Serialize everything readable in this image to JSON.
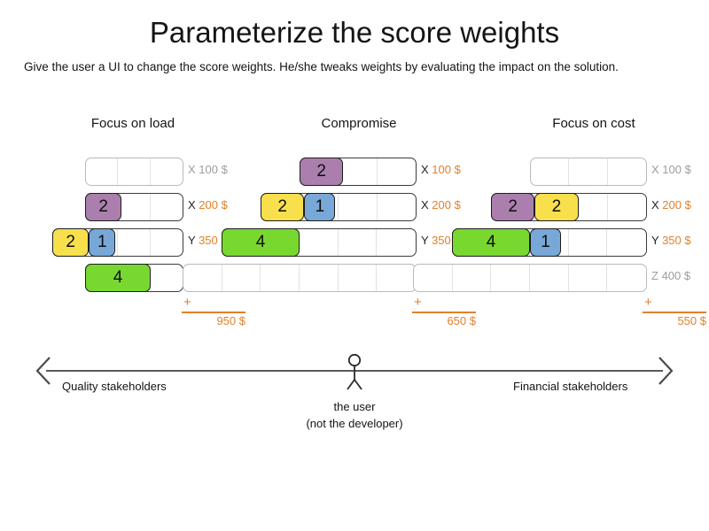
{
  "header": {
    "title": "Parameterize the score weights",
    "subtitle": "Give the user a UI to change the score weights. He/she tweaks weights by evaluating the impact on the solution."
  },
  "colors": {
    "purple": "#ab7fad",
    "yellow": "#f7e04b",
    "blue": "#78a8d8",
    "green": "#79d830",
    "accent_orange": "#e2802a",
    "muted_gray": "#9d9d9d",
    "track_border": "#3b3b3b",
    "empty_track_border": "#b9b9b9"
  },
  "chart_data": {
    "type": "bar",
    "title": "Parameterize the score weights",
    "xlabel": "",
    "ylabel": "",
    "legend_position": "none",
    "grid": false,
    "scenarios": [
      {
        "name": "Focus on load",
        "total": "950 $",
        "rows": [
          {
            "key": "X",
            "amount": "100 $",
            "active": false,
            "segments": []
          },
          {
            "key": "X",
            "amount": "200 $",
            "active": true,
            "segments": [
              {
                "value": "2",
                "color": "purple"
              }
            ]
          },
          {
            "key": "Y",
            "amount": "350 $",
            "active": true,
            "segments": [
              {
                "value": "2",
                "color": "yellow"
              },
              {
                "value": "1",
                "color": "blue"
              }
            ]
          },
          {
            "key": "Z",
            "amount": "400 $",
            "active": true,
            "segments": [
              {
                "value": "4",
                "color": "green"
              }
            ]
          }
        ]
      },
      {
        "name": "Compromise",
        "total": "650 $",
        "rows": [
          {
            "key": "X",
            "amount": "100 $",
            "active": true,
            "segments": [
              {
                "value": "2",
                "color": "purple"
              }
            ]
          },
          {
            "key": "X",
            "amount": "200 $",
            "active": true,
            "segments": [
              {
                "value": "2",
                "color": "yellow"
              },
              {
                "value": "1",
                "color": "blue"
              }
            ]
          },
          {
            "key": "Y",
            "amount": "350 $",
            "active": true,
            "segments": [
              {
                "value": "4",
                "color": "green"
              }
            ]
          },
          {
            "key": "Z",
            "amount": "400 $",
            "active": false,
            "segments": []
          }
        ]
      },
      {
        "name": "Focus on cost",
        "total": "550 $",
        "rows": [
          {
            "key": "X",
            "amount": "100 $",
            "active": false,
            "segments": []
          },
          {
            "key": "X",
            "amount": "200 $",
            "active": true,
            "segments": [
              {
                "value": "2",
                "color": "purple"
              },
              {
                "value": "2",
                "color": "yellow"
              }
            ]
          },
          {
            "key": "Y",
            "amount": "350 $",
            "active": true,
            "segments": [
              {
                "value": "4",
                "color": "green"
              },
              {
                "value": "1",
                "color": "blue"
              }
            ]
          },
          {
            "key": "Z",
            "amount": "400 $",
            "active": false,
            "segments": []
          }
        ]
      }
    ],
    "sum_symbol": "+"
  },
  "spectrum": {
    "left_label": "Quality stakeholders",
    "right_label": "Financial stakeholders",
    "user_caption_line1": "the user",
    "user_caption_line2": "(not the developer)"
  }
}
